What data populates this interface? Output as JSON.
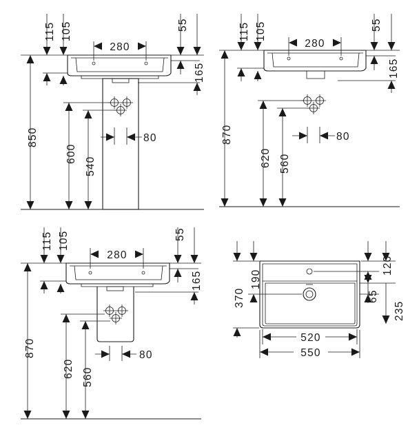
{
  "views": {
    "pedestal": {
      "d_115": "115",
      "d_105": "105",
      "d_280": "280",
      "d_55": "55",
      "d_165": "165",
      "d_850": "850",
      "d_600": "600",
      "d_540": "540",
      "d_80": "80"
    },
    "wall_hung": {
      "d_115": "115",
      "d_105": "105",
      "d_280": "280",
      "d_55": "55",
      "d_165": "165",
      "d_870": "870",
      "d_620": "620",
      "d_560": "560",
      "d_80": "80"
    },
    "semi_pedestal": {
      "d_115": "115",
      "d_105": "105",
      "d_280": "280",
      "d_55": "55",
      "d_165": "165",
      "d_870": "870",
      "d_620": "620",
      "d_560": "560",
      "d_80": "80"
    },
    "top_view": {
      "d_370": "370",
      "d_190": "190",
      "d_120": "120",
      "d_65": "65",
      "d_235": "235",
      "d_520": "520",
      "d_550": "550"
    }
  },
  "colors": {
    "line": "#1a1a1a",
    "background": "#ffffff"
  }
}
